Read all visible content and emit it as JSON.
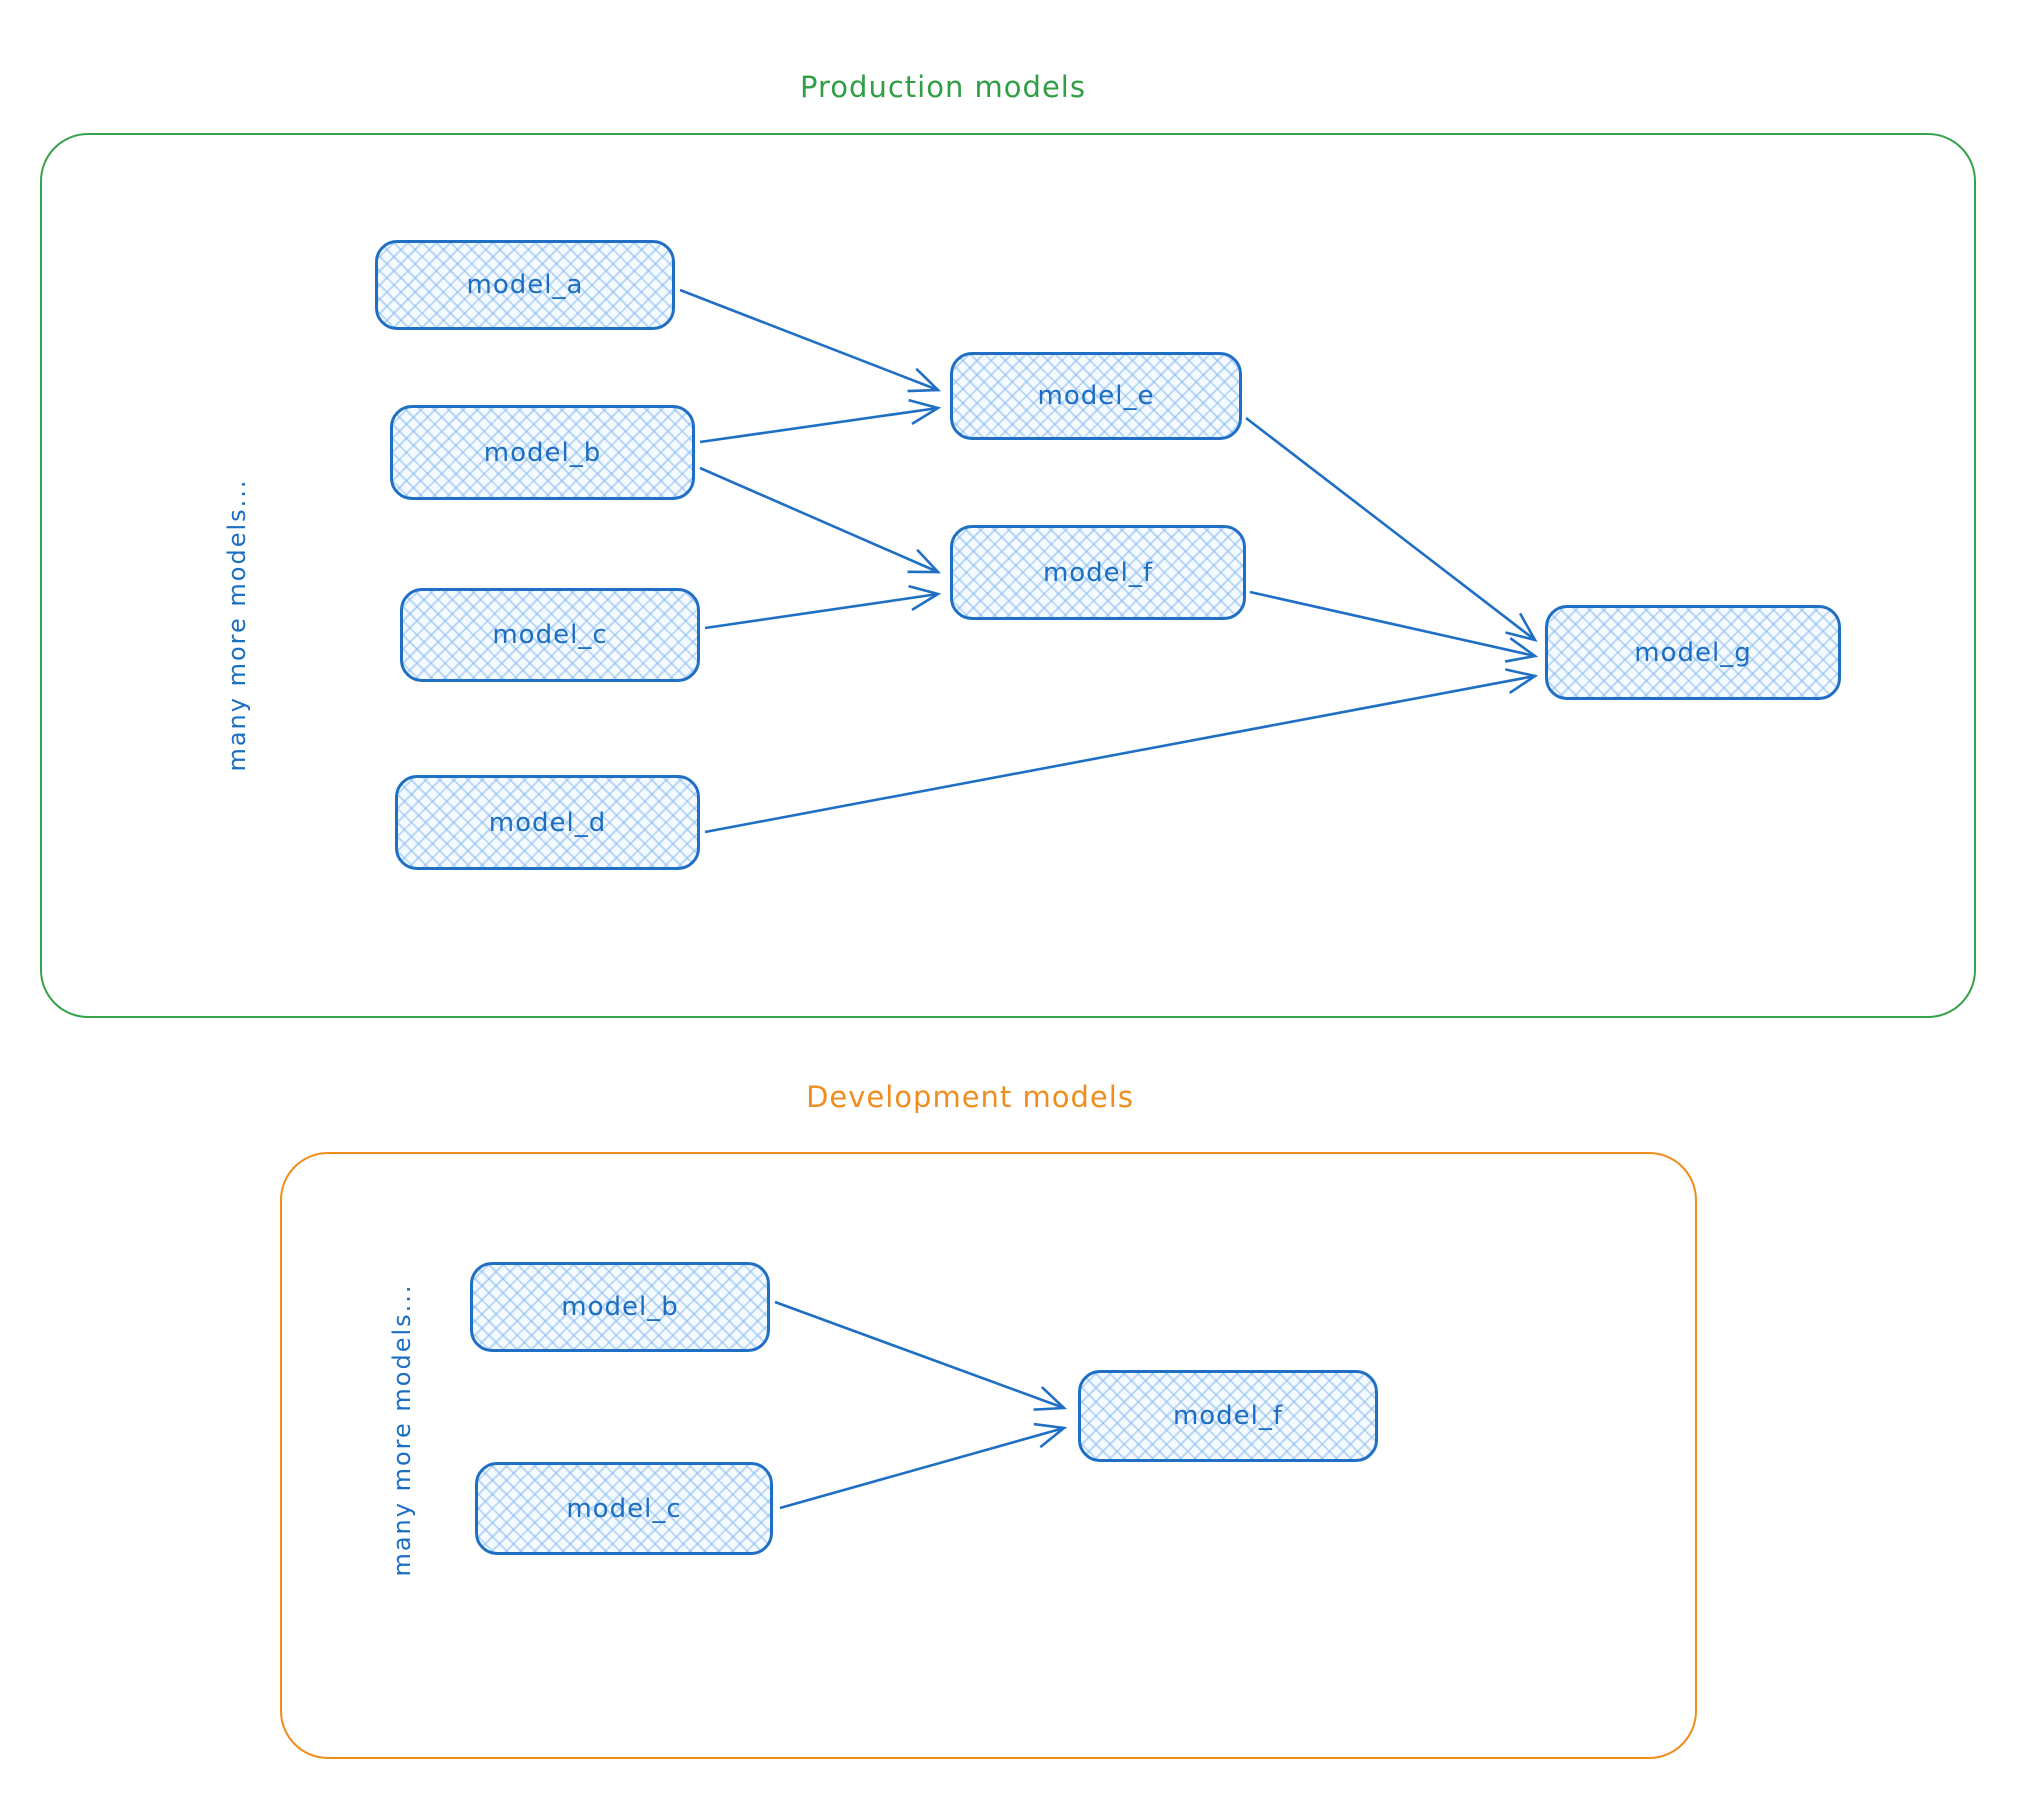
{
  "diagram": {
    "stroke_color": "#1f6fc5",
    "node_fill_color": "#d9eaff",
    "node_text_color": "#1b6ec2"
  },
  "production": {
    "title": "Production models",
    "accent_color": "#2f9e44",
    "more_label": "many more models...",
    "nodes": [
      {
        "id": "model_a",
        "label": "model_a"
      },
      {
        "id": "model_b",
        "label": "model_b"
      },
      {
        "id": "model_c",
        "label": "model_c"
      },
      {
        "id": "model_d",
        "label": "model_d"
      },
      {
        "id": "model_e",
        "label": "model_e"
      },
      {
        "id": "model_f",
        "label": "model_f"
      },
      {
        "id": "model_g",
        "label": "model_g"
      }
    ],
    "edges": [
      {
        "from": "model_a",
        "to": "model_e"
      },
      {
        "from": "model_b",
        "to": "model_e"
      },
      {
        "from": "model_b",
        "to": "model_f"
      },
      {
        "from": "model_c",
        "to": "model_f"
      },
      {
        "from": "model_e",
        "to": "model_g"
      },
      {
        "from": "model_f",
        "to": "model_g"
      },
      {
        "from": "model_d",
        "to": "model_g"
      }
    ]
  },
  "development": {
    "title": "Development models",
    "accent_color": "#f08c1c",
    "more_label": "many more models...",
    "nodes": [
      {
        "id": "model_b",
        "label": "model_b"
      },
      {
        "id": "model_c",
        "label": "model_c"
      },
      {
        "id": "model_f",
        "label": "model_f"
      }
    ],
    "edges": [
      {
        "from": "model_b",
        "to": "model_f"
      },
      {
        "from": "model_c",
        "to": "model_f"
      }
    ]
  }
}
